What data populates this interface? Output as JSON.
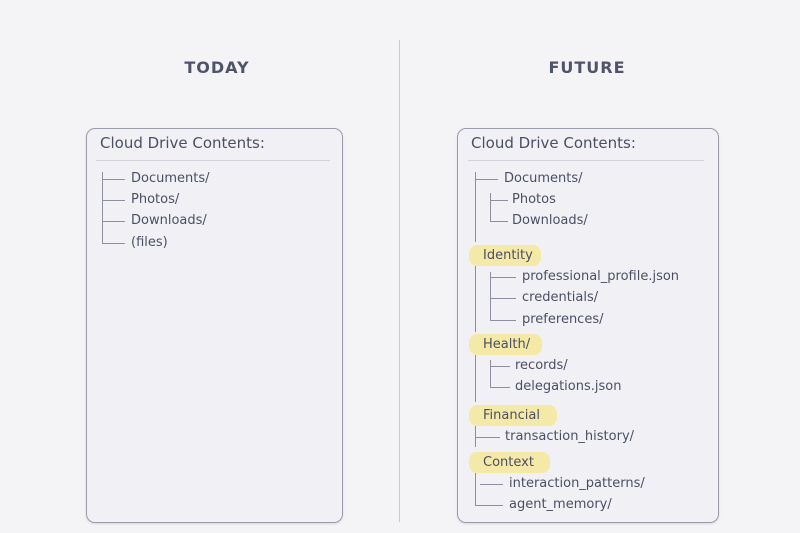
{
  "today": {
    "heading": "TODAY",
    "panel_title": "Cloud Drive Contents:",
    "items": [
      "Documents/",
      "Photos/",
      "Downloads/",
      "(files)"
    ]
  },
  "future": {
    "heading": "FUTURE",
    "panel_title": "Cloud Drive Contents:",
    "documents": "Documents/",
    "photos": "Photos",
    "downloads": "Downloads/",
    "categories": [
      {
        "label": "Identity",
        "items": [
          "professional_profile.json",
          "credentials/",
          "preferences/"
        ]
      },
      {
        "label": "Health/",
        "items": [
          "records/",
          "delegations.json"
        ]
      },
      {
        "label": "Financial",
        "items": [
          "transaction_history/"
        ]
      },
      {
        "label": "Context",
        "items": [
          "interaction_patterns/",
          "agent_memory/"
        ]
      }
    ],
    "highlight_color": "#f5e9a8"
  }
}
